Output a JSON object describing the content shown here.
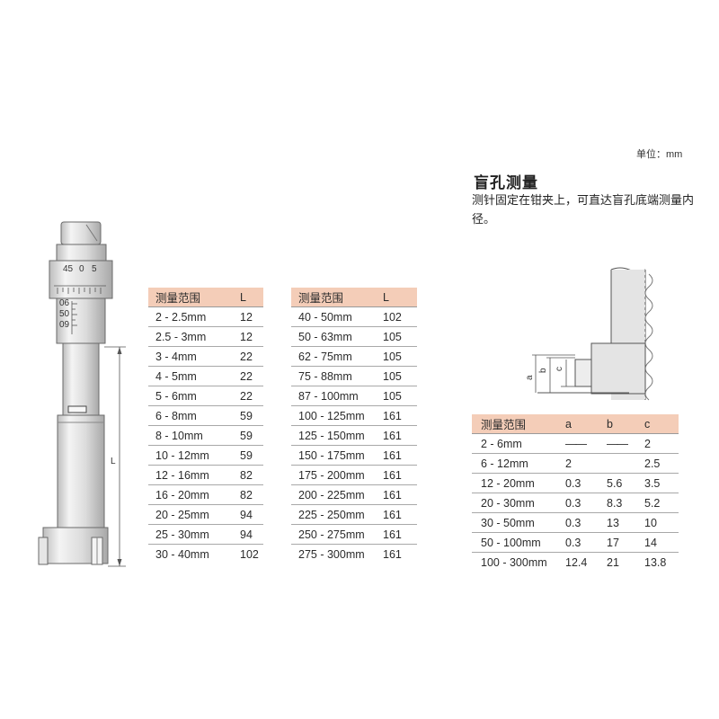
{
  "unit_label": "单位：mm",
  "title": "盲孔测量",
  "description": "测针固定在钳夹上，可直达盲孔底端测量内径。",
  "drawing_labels": {
    "length": "L",
    "a": "a",
    "b": "b",
    "c": "c"
  },
  "table1": {
    "headers": [
      "测量范围",
      "L"
    ],
    "rows": [
      [
        "2 - 2.5mm",
        "12"
      ],
      [
        "2.5 - 3mm",
        "12"
      ],
      [
        "3 - 4mm",
        "22"
      ],
      [
        "4 - 5mm",
        "22"
      ],
      [
        "5 - 6mm",
        "22"
      ],
      [
        "6 - 8mm",
        "59"
      ],
      [
        "8 - 10mm",
        "59"
      ],
      [
        "10 - 12mm",
        "59"
      ],
      [
        "12 - 16mm",
        "82"
      ],
      [
        "16 - 20mm",
        "82"
      ],
      [
        "20 - 25mm",
        "94"
      ],
      [
        "25 - 30mm",
        "94"
      ],
      [
        "30 - 40mm",
        "102"
      ]
    ]
  },
  "table2": {
    "headers": [
      "测量范围",
      "L"
    ],
    "rows": [
      [
        "40 - 50mm",
        "102"
      ],
      [
        "50 - 63mm",
        "105"
      ],
      [
        "62 - 75mm",
        "105"
      ],
      [
        "75 - 88mm",
        "105"
      ],
      [
        "87 - 100mm",
        "105"
      ],
      [
        "100 - 125mm",
        "161"
      ],
      [
        "125 - 150mm",
        "161"
      ],
      [
        "150 - 175mm",
        "161"
      ],
      [
        "175 - 200mm",
        "161"
      ],
      [
        "200 - 225mm",
        "161"
      ],
      [
        "225 - 250mm",
        "161"
      ],
      [
        "250 - 275mm",
        "161"
      ],
      [
        "275 - 300mm",
        "161"
      ]
    ]
  },
  "table3": {
    "headers": [
      "测量范围",
      "a",
      "b",
      "c"
    ],
    "rows": [
      [
        "2 - 6mm",
        "——",
        "——",
        "2"
      ],
      [
        "6 - 12mm",
        "2",
        "",
        "2.5"
      ],
      [
        "12 - 20mm",
        "0.3",
        "5.6",
        "3.5"
      ],
      [
        "20 - 30mm",
        "0.3",
        "8.3",
        "5.2"
      ],
      [
        "30 - 50mm",
        "0.3",
        "13",
        "10"
      ],
      [
        "50 - 100mm",
        "0.3",
        "17",
        "14"
      ],
      [
        "100 - 300mm",
        "12.4",
        "21",
        "13.8"
      ]
    ]
  },
  "colors": {
    "header_bg": "#f4cdb8",
    "line": "#9a9a9a",
    "tool_body": "#e2e2e2"
  }
}
